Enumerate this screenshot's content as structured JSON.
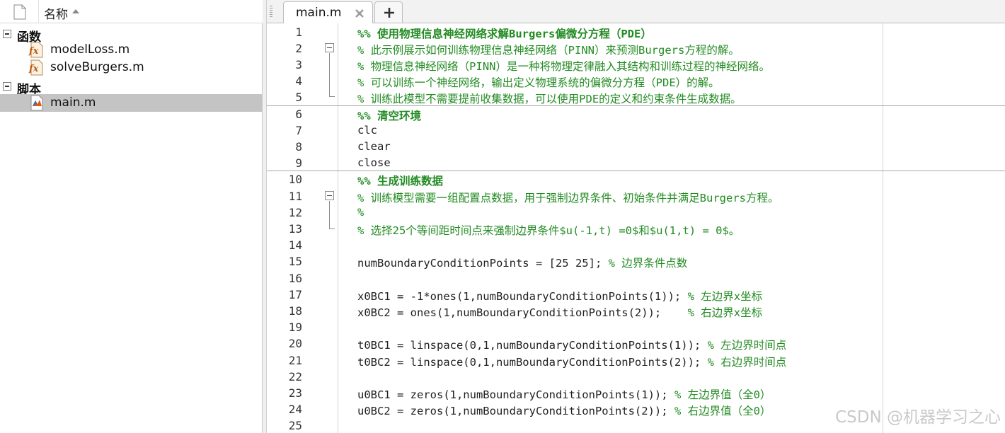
{
  "file_browser": {
    "header": {
      "name_column": "名称"
    },
    "groups": [
      {
        "label": "函数",
        "files": [
          {
            "name": "modelLoss.m",
            "icon": "function-file-icon"
          },
          {
            "name": "solveBurgers.m",
            "icon": "function-file-icon"
          }
        ]
      },
      {
        "label": "脚本",
        "files": [
          {
            "name": "main.m",
            "icon": "script-file-icon",
            "selected": true
          }
        ]
      }
    ]
  },
  "tabs": {
    "active": "main.m",
    "add_label": "+"
  },
  "editor": {
    "lines": [
      {
        "n": "1",
        "kind": "section",
        "text": "%% 使用物理信息神经网络求解Burgers偏微分方程（PDE）"
      },
      {
        "n": "2",
        "kind": "comment",
        "text": "% 此示例展示如何训练物理信息神经网络（PINN）来预测Burgers方程的解。"
      },
      {
        "n": "3",
        "kind": "comment",
        "text": "% 物理信息神经网络（PINN）是一种将物理定律融入其结构和训练过程的神经网络。"
      },
      {
        "n": "4",
        "kind": "comment",
        "text": "% 可以训练一个神经网络，输出定义物理系统的偏微分方程（PDE）的解。"
      },
      {
        "n": "5",
        "kind": "comment",
        "text": "% 训练此模型不需要提前收集数据，可以使用PDE的定义和约束条件生成数据。"
      },
      {
        "n": "6",
        "kind": "section",
        "text": "%% 清空环境"
      },
      {
        "n": "7",
        "kind": "code",
        "text": "clc"
      },
      {
        "n": "8",
        "kind": "code",
        "text": "clear"
      },
      {
        "n": "9",
        "kind": "code",
        "text": "close"
      },
      {
        "n": "10",
        "kind": "section",
        "text": "%% 生成训练数据"
      },
      {
        "n": "11",
        "kind": "comment",
        "text": "% 训练模型需要一组配置点数据，用于强制边界条件、初始条件并满足Burgers方程。"
      },
      {
        "n": "12",
        "kind": "comment",
        "text": "%"
      },
      {
        "n": "13",
        "kind": "comment",
        "text": "% 选择25个等间距时间点来强制边界条件$u(-1,t) =0$和$u(1,t) = 0$。"
      },
      {
        "n": "14",
        "kind": "code",
        "text": ""
      },
      {
        "n": "15",
        "kind": "mixed",
        "code": "numBoundaryConditionPoints = [25 25]; ",
        "comment": "% 边界条件点数"
      },
      {
        "n": "16",
        "kind": "code",
        "text": ""
      },
      {
        "n": "17",
        "kind": "mixed",
        "code": "x0BC1 = -1*ones(1,numBoundaryConditionPoints(1)); ",
        "comment": "% 左边界x坐标"
      },
      {
        "n": "18",
        "kind": "mixed",
        "code": "x0BC2 = ones(1,numBoundaryConditionPoints(2));    ",
        "comment": "% 右边界x坐标"
      },
      {
        "n": "19",
        "kind": "code",
        "text": ""
      },
      {
        "n": "20",
        "kind": "mixed",
        "code": "t0BC1 = linspace(0,1,numBoundaryConditionPoints(1)); ",
        "comment": "% 左边界时间点"
      },
      {
        "n": "21",
        "kind": "mixed",
        "code": "t0BC2 = linspace(0,1,numBoundaryConditionPoints(2)); ",
        "comment": "% 右边界时间点"
      },
      {
        "n": "22",
        "kind": "code",
        "text": ""
      },
      {
        "n": "23",
        "kind": "mixed",
        "code": "u0BC1 = zeros(1,numBoundaryConditionPoints(1)); ",
        "comment": "% 左边界值（全0）"
      },
      {
        "n": "24",
        "kind": "mixed",
        "code": "u0BC2 = zeros(1,numBoundaryConditionPoints(2)); ",
        "comment": "% 右边界值（全0）"
      },
      {
        "n": "25",
        "kind": "code",
        "text": ""
      }
    ]
  },
  "watermark": "CSDN @机器学习之心",
  "colors": {
    "comment": "#228b22",
    "selected_row": "#c4c4c4",
    "code": "#1f1f1f"
  }
}
